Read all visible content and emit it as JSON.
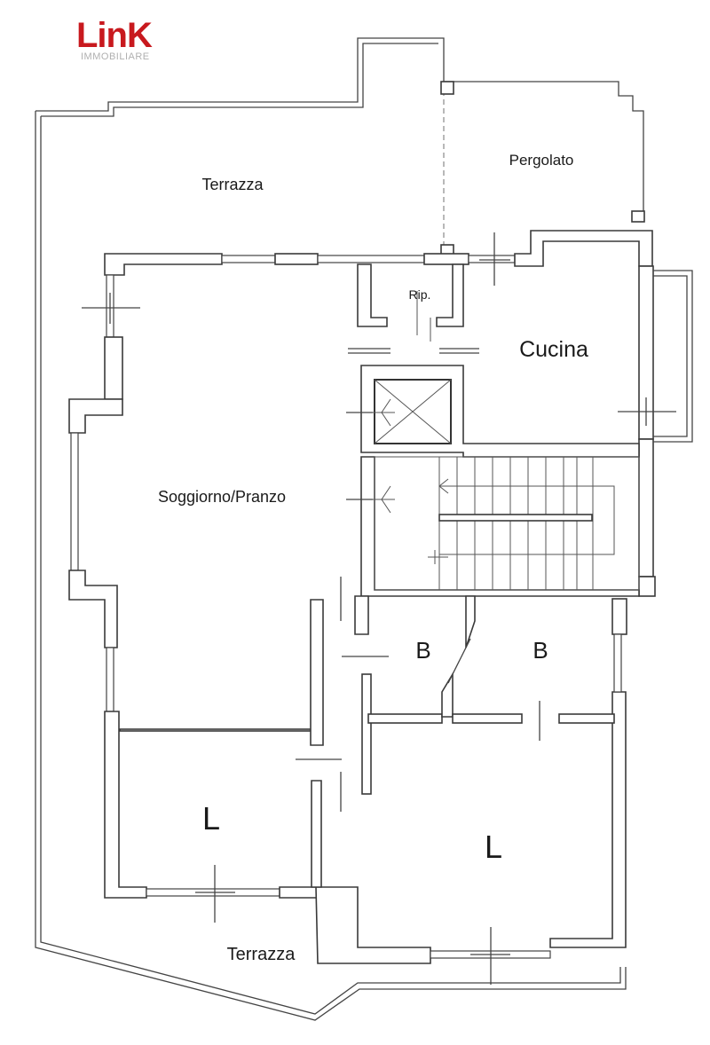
{
  "logo": {
    "brand": "LinK",
    "tagline": "IMMOBILIARE",
    "color": "#c8191e"
  },
  "rooms": {
    "terrazza_top": "Terrazza",
    "pergolato": "Pergolato",
    "ripostiglio": "Rip.",
    "cucina": "Cucina",
    "soggiorno": "Soggiorno/Pranzo",
    "bagno_1": "B",
    "bagno_2": "B",
    "letto_1": "L",
    "letto_2": "L",
    "terrazza_bottom": "Terrazza"
  }
}
